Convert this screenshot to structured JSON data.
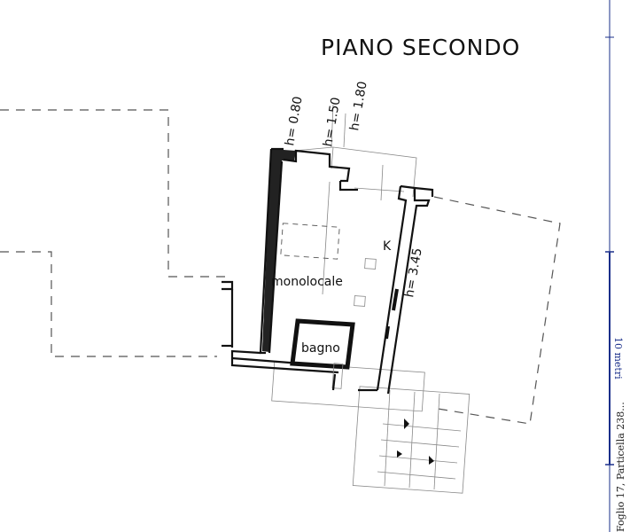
{
  "title": "PIANO SECONDO",
  "rooms": {
    "main": "monolocale",
    "bath": "bagno",
    "kitchen": "K"
  },
  "heights": {
    "h1": "h= 0.80",
    "h2": "h= 1.50",
    "h3": "h= 1.80",
    "h4": "h= 3.45"
  },
  "scale": {
    "label": "10 metri"
  },
  "side_note": "Foglio 17, Particella 238..."
}
